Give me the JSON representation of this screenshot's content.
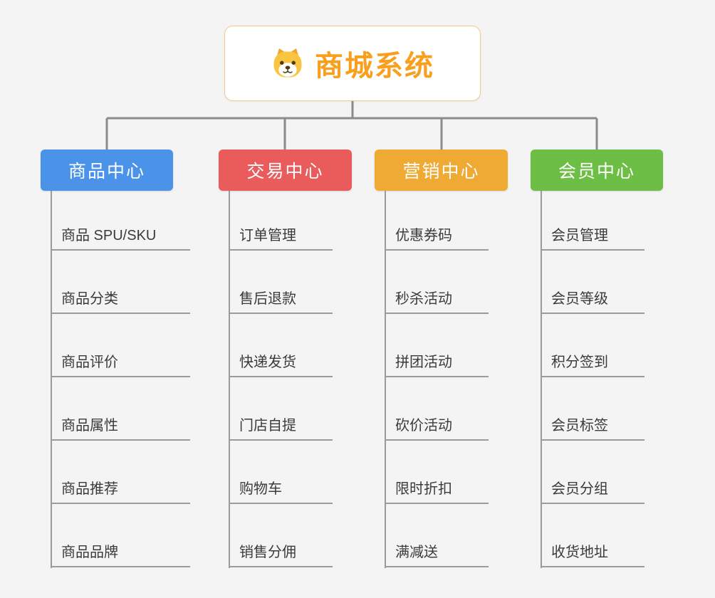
{
  "root": {
    "title": "商城系统",
    "icon": "dog-icon",
    "title_color": "#f8a01e",
    "border_color": "#f3c98e"
  },
  "connector_color": "#8b8b8b",
  "branches": [
    {
      "label": "商品中心",
      "color": "#4b93e8",
      "children": [
        "商品 SPU/SKU",
        "商品分类",
        "商品评价",
        "商品属性",
        "商品推荐",
        "商品品牌"
      ]
    },
    {
      "label": "交易中心",
      "color": "#ea5b5b",
      "children": [
        "订单管理",
        "售后退款",
        "快递发货",
        "门店自提",
        "购物车",
        "销售分佣"
      ]
    },
    {
      "label": "营销中心",
      "color": "#eeaa33",
      "children": [
        "优惠券码",
        "秒杀活动",
        "拼团活动",
        "砍价活动",
        "限时折扣",
        "满减送"
      ]
    },
    {
      "label": "会员中心",
      "color": "#6cbe45",
      "children": [
        "会员管理",
        "会员等级",
        "积分签到",
        "会员标签",
        "会员分组",
        "收货地址"
      ]
    }
  ]
}
